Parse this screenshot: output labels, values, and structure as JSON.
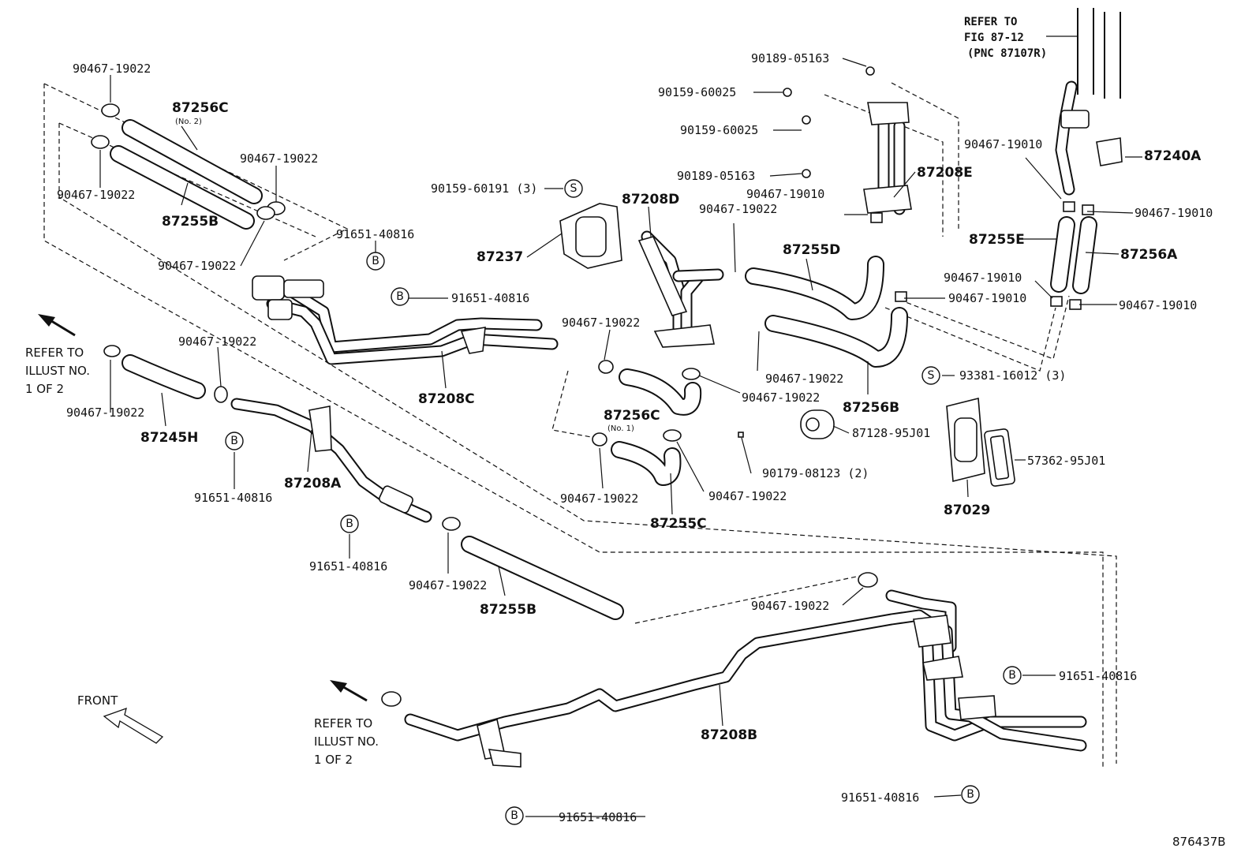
{
  "labels": {
    "l01": "90467-19022",
    "l02": "87256C",
    "l03": "(No. 2)",
    "l04": "90467-19022",
    "l05": "90467-19022",
    "l06": "87255B",
    "l07": "90467-19022",
    "l08": "91651-40816",
    "l09": "91651-40816",
    "l10": "90467-19022",
    "l11": "90467-19022",
    "l12": "87245H",
    "l13": "87208C",
    "l14": "91651-40816",
    "l15": "87208A",
    "l16": "91651-40816",
    "l17": "90467-19022",
    "l18": "87255B",
    "l19": "90189-05163",
    "l20": "90159-60025",
    "l21": "90159-60025",
    "l22": "90189-05163",
    "l23": "90159-60191 (3)",
    "l24": "87208D",
    "l25": "87237",
    "l26": "87208E",
    "l27": "90467-19010",
    "l28": "90467-19022",
    "l29": "87255D",
    "l30": "90467-19022",
    "l31": "90467-19022",
    "l32": "90467-19022",
    "l33": "87256B",
    "l34": "87256C",
    "l35": "(No. 1)",
    "l36": "87128-95J01",
    "l37": "90179-08123 (2)",
    "l38": "90467-19022",
    "l39": "90467-19022",
    "l40": "87255C",
    "l41": "90467-19010",
    "l42": "87240A",
    "l43": "90467-19010",
    "l44": "87255E",
    "l45": "87256A",
    "l46": "90467-19010",
    "l47": "90467-19010",
    "l48": "90467-19010",
    "l49": "93381-16012 (3)",
    "l50": "57362-95J01",
    "l51": "87029",
    "l52": "90467-19022",
    "l53": "91651-40816",
    "l54": "87208B",
    "l55": "91651-40816",
    "l56": "91651-40816"
  },
  "notes": {
    "refer_fig_1": "REFER TO",
    "refer_fig_2": "FIG 87-12",
    "refer_fig_3": "(PNC 87107R)",
    "refer_top_1": "REFER TO",
    "refer_top_2": "ILLUST NO.",
    "refer_top_3": "1 OF 2",
    "refer_bot_1": "REFER TO",
    "refer_bot_2": "ILLUST NO.",
    "refer_bot_3": "1 OF 2",
    "front": "FRONT",
    "diagram_id": "876437B"
  },
  "symbols": {
    "b": "B",
    "s": "S"
  }
}
